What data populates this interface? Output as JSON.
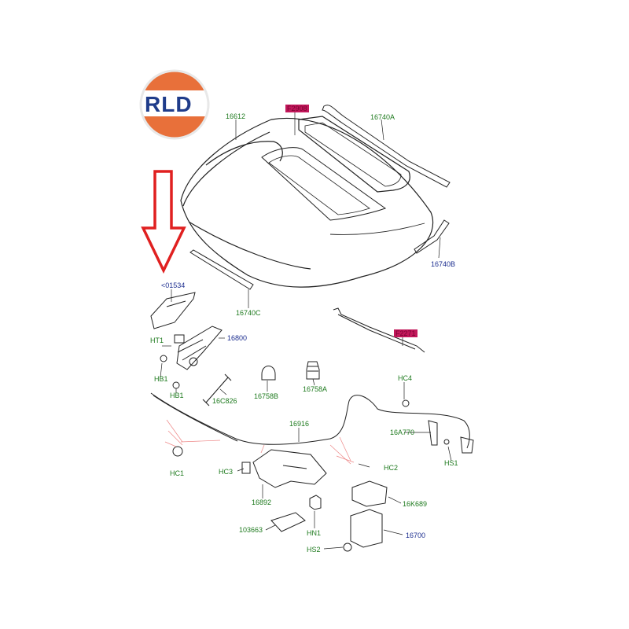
{
  "logo": {
    "text": "RLD",
    "colors": {
      "top": "#e8703a",
      "bottom": "#e8703a",
      "band": "#ffffff",
      "text": "#1f3c8a"
    }
  },
  "arrow": {
    "color": "#e02020"
  },
  "labels": {
    "hood": "16612",
    "hood_insulator": "F2908",
    "seal_front": "16740A",
    "seal_side_b": "16740B",
    "seal_side_c": "16740C",
    "hinge_cover": "<01534",
    "hinge": "16800",
    "ht1": "HT1",
    "hb1_left": "HB1",
    "hb1_bottom": "HB1",
    "gas_strut": "16C826",
    "bump_stop_b": "16758B",
    "bump_stop_a": "16758A",
    "washer_hose": "F2271",
    "hc4": "HC4",
    "release_cable": "16916",
    "release_handle": "16A770",
    "hs1": "HS1",
    "hc1": "HC1",
    "hc3": "HC3",
    "hc2": "HC2",
    "cable_bracket": "16892",
    "latch_support": "16K689",
    "bracket": "103663",
    "hn1": "HN1",
    "latch": "16700",
    "hs2": "HS2"
  },
  "colors": {
    "part_label": "#1e7a1e",
    "ref_label": "#1b2d8f",
    "highlight": "#c2185b",
    "leader": "#e88",
    "line": "#222222"
  }
}
